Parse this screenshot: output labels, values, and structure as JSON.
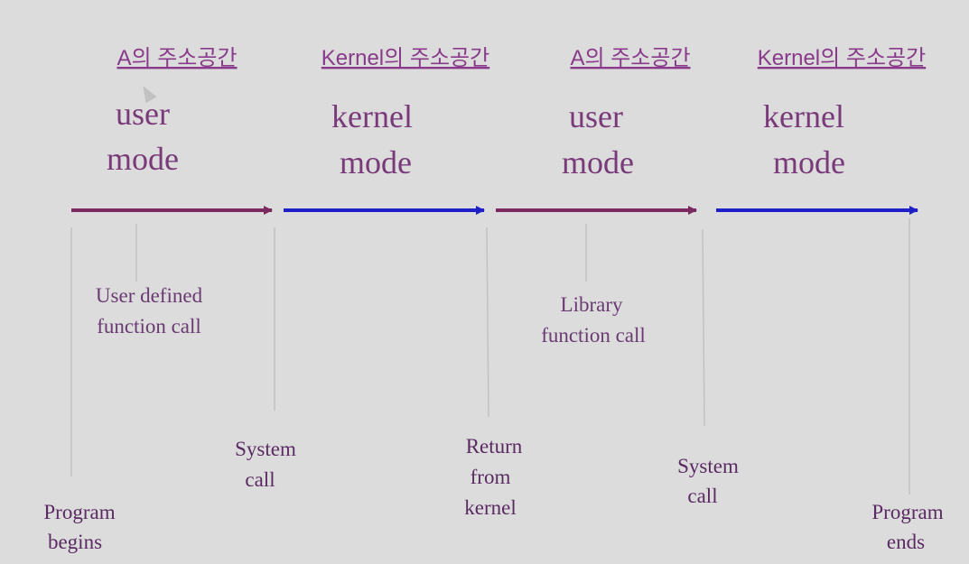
{
  "colors": {
    "background": "#dcdcdc",
    "space_label": "#8a3a8a",
    "mode_text": "#7a3a7a",
    "note_text": "#6a3a72",
    "event_text": "#5a2a62",
    "user_arrow": "#7a2a5e",
    "kernel_arrow": "#2020c8",
    "guide_line": "#c2c2c2"
  },
  "segments": [
    {
      "space": "A의 주소공간",
      "mode_line1": "user",
      "mode_line2": "mode",
      "kind": "user"
    },
    {
      "space": "Kernel의 주소공간",
      "mode_line1": "kernel",
      "mode_line2": "mode",
      "kind": "kernel"
    },
    {
      "space": "A의 주소공간",
      "mode_line1": "user",
      "mode_line2": "mode",
      "kind": "user"
    },
    {
      "space": "Kernel의 주소공간",
      "mode_line1": "kernel",
      "mode_line2": "mode",
      "kind": "kernel"
    }
  ],
  "notes": [
    {
      "line1": "User defined",
      "line2": "function call"
    },
    {
      "line1": "Library",
      "line2": "function call"
    }
  ],
  "events": [
    {
      "lines": [
        "Program",
        "begins"
      ]
    },
    {
      "lines": [
        "System",
        "call"
      ]
    },
    {
      "lines": [
        "Return",
        "from",
        "kernel"
      ]
    },
    {
      "lines": [
        "System",
        "call"
      ]
    },
    {
      "lines": [
        "Program",
        "ends"
      ]
    }
  ]
}
